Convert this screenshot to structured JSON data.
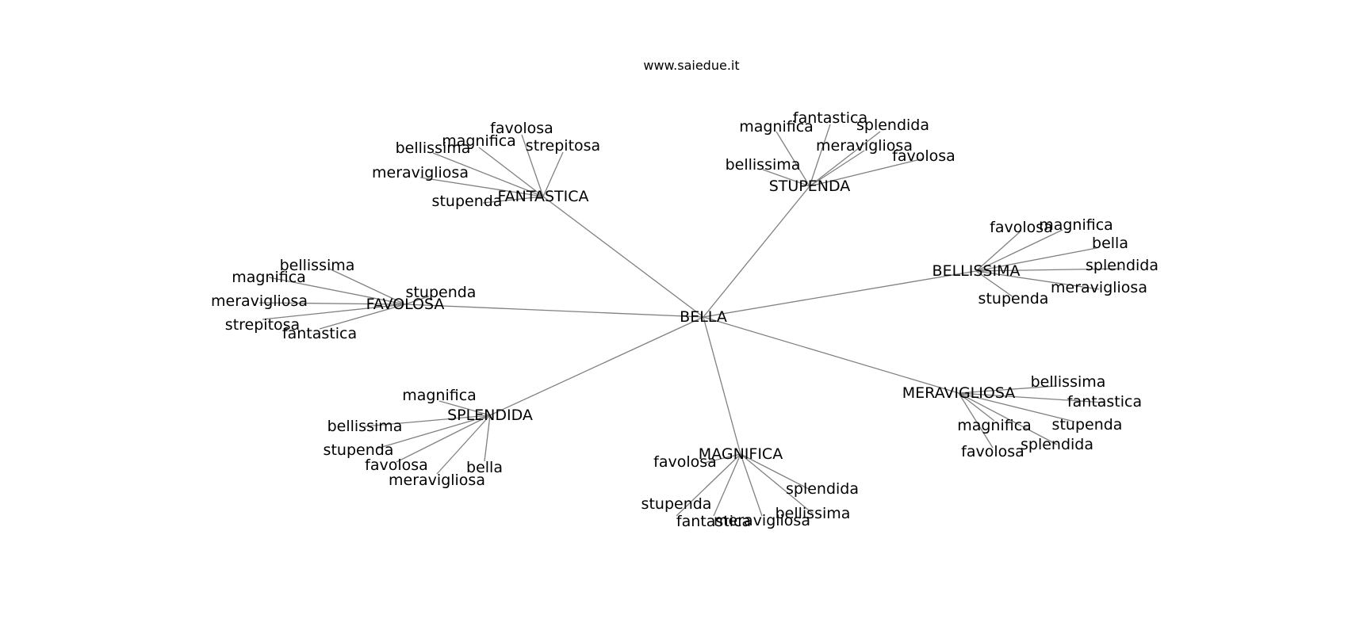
{
  "title": "www.saiedue.it",
  "center": {
    "label": "BELLA"
  },
  "hubs": [
    {
      "label": "FANTASTICA",
      "leaves": [
        "favolosa",
        "magnifica",
        "strepitosa",
        "bellissima",
        "meravigliosa",
        "stupenda"
      ]
    },
    {
      "label": "STUPENDA",
      "leaves": [
        "fantastica",
        "magnifica",
        "splendida",
        "meravigliosa",
        "favolosa",
        "bellissima"
      ]
    },
    {
      "label": "BELLISSIMA",
      "leaves": [
        "favolosa",
        "magnifica",
        "bella",
        "splendida",
        "meravigliosa",
        "stupenda"
      ]
    },
    {
      "label": "FAVOLOSA",
      "leaves": [
        "bellissima",
        "magnifica",
        "stupenda",
        "meravigliosa",
        "strepitosa",
        "fantastica"
      ]
    },
    {
      "label": "MERAVIGLIOSA",
      "leaves": [
        "bellissima",
        "fantastica",
        "stupenda",
        "magnifica",
        "splendida",
        "favolosa"
      ]
    },
    {
      "label": "SPLENDIDA",
      "leaves": [
        "magnifica",
        "bellissima",
        "stupenda",
        "favolosa",
        "meravigliosa",
        "bella"
      ]
    },
    {
      "label": "MAGNIFICA",
      "leaves": [
        "favolosa",
        "splendida",
        "stupenda",
        "bellissima",
        "meravigliosa",
        "fantastica"
      ]
    }
  ]
}
